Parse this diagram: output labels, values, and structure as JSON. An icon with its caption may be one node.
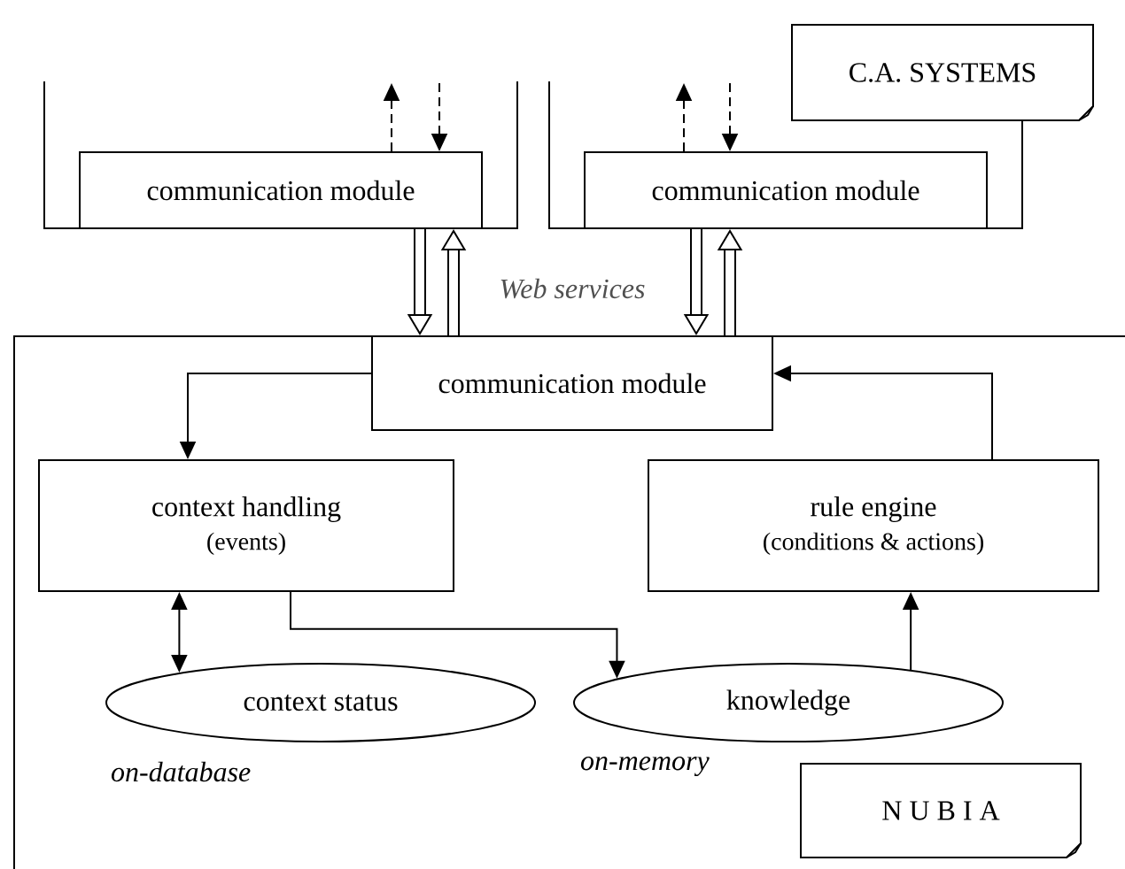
{
  "diagram": {
    "nodes": [
      {
        "text": [],
        "shape": "box"
      },
      {
        "text": [
          "communication module"
        ],
        "in": 0
      },
      {
        "text": [],
        "shape": "box"
      },
      {
        "text": [
          "communication module"
        ],
        "in": 2
      },
      {
        "text": [
          "C.A. SYSTEMS"
        ]
      },
      {
        "text": [],
        "shape": "box"
      },
      {
        "text": [
          "communication module"
        ],
        "in": 5
      },
      {
        "text": [
          "context handling",
          "(events)"
        ],
        "in": 5
      },
      {
        "text": [
          "rule engine",
          "(conditions & actions)"
        ],
        "in": 5
      },
      {
        "text": [
          "context status"
        ],
        "beside": [
          "on-database"
        ],
        "in": 5
      },
      {
        "text": [
          "knowledge"
        ],
        "beside": [
          "on-memory"
        ],
        "in": 5
      },
      {
        "text": [
          "N U B I A"
        ],
        "in": 5
      }
    ],
    "edges": [
      {
        "from": 1,
        "to": null,
        "arrow": "to",
        "style": "dashed"
      },
      {
        "from": null,
        "to": 1,
        "arrow": "to",
        "style": "dashed"
      },
      {
        "from": 3,
        "to": null,
        "arrow": "to",
        "style": "dashed"
      },
      {
        "from": null,
        "to": 3,
        "arrow": "to",
        "style": "dashed"
      },
      {
        "from": 1,
        "to": 6,
        "arrow": "to",
        "style": "thick"
      },
      {
        "from": 6,
        "to": 1,
        "arrow": "to",
        "style": "thick"
      },
      {
        "from": 3,
        "to": 6,
        "arrow": "to",
        "style": "thick"
      },
      {
        "from": 6,
        "to": 3,
        "arrow": "to",
        "style": "thick"
      },
      {
        "from": 6,
        "to": 7,
        "arrow": "to"
      },
      {
        "from": 8,
        "to": 6,
        "arrow": "to"
      },
      {
        "from": 7,
        "to": 9,
        "arrow": "both"
      },
      {
        "from": 7,
        "to": 10,
        "arrow": "to"
      },
      {
        "from": 10,
        "to": 8,
        "arrow": "to"
      }
    ],
    "labels": [
      "Web services"
    ]
  }
}
